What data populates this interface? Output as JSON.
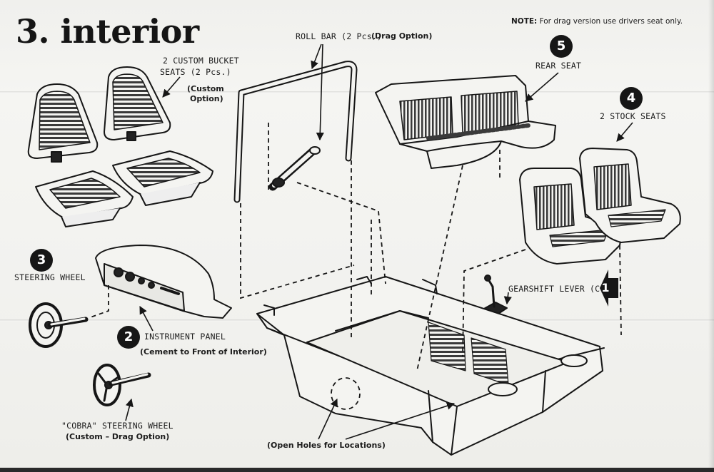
{
  "page": {
    "title": "3. interior",
    "note": {
      "prefix": "NOTE:",
      "text": "For drag version use drivers seat only."
    }
  },
  "parts": {
    "bucket_seats": {
      "line1": "2 CUSTOM BUCKET",
      "line2": "SEATS (2 Pcs.)",
      "option_line1": "(Custom",
      "option_line2": "Option)"
    },
    "roll_bar": {
      "label": "ROLL BAR (2 Pcs.)",
      "option": "(Drag Option)"
    },
    "rear_seat": {
      "number": "5",
      "label": "REAR SEAT"
    },
    "stock_seats": {
      "number": "4",
      "label": "2 STOCK SEATS"
    },
    "steering_wheel": {
      "number": "3",
      "label": "STEERING WHEEL"
    },
    "gearshift": {
      "number": "1",
      "label": "GEARSHIFT LEVER (C)"
    },
    "instrument_panel": {
      "number": "2",
      "label": "INSTRUMENT PANEL",
      "instruction": "(Cement to Front of Interior)"
    },
    "cobra_wheel": {
      "line1": "\"COBRA\" STEERING WHEEL",
      "line2": "(Custom – Drag Option)"
    },
    "holes": {
      "label": "(Open Holes for Locations)"
    }
  },
  "colors": {
    "ink": "#161616",
    "paper": "#f3f3f0"
  }
}
